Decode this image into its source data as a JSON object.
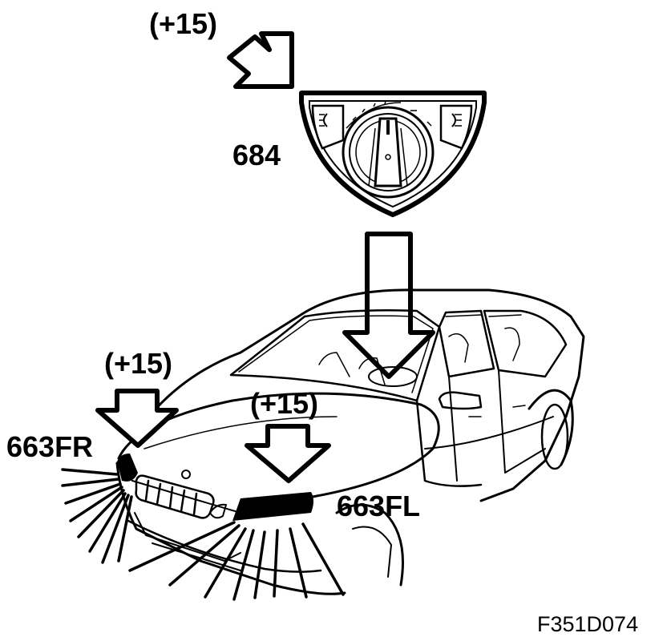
{
  "labels": {
    "switch_supply": "(+15)",
    "switch_id": "684",
    "fr_supply": "(+15)",
    "fr_id": "663FR",
    "fl_supply": "(+15)",
    "fl_id": "663FL"
  },
  "figure_ref": "F351D074",
  "colors": {
    "ink": "#000000",
    "paper": "#ffffff"
  },
  "icons": [
    "fog-light-icon-front",
    "fog-light-icon-rear",
    "headlight-switch-knob-icon"
  ]
}
